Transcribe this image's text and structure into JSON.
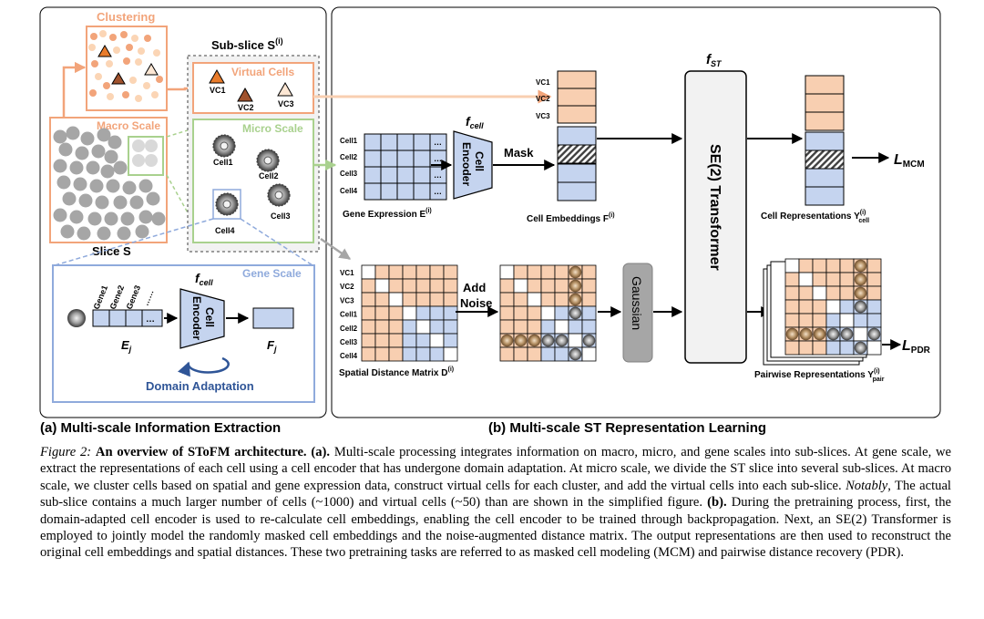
{
  "panel_a": {
    "clustering": "Clustering",
    "macro_scale": "Macro Scale",
    "slice": "Slice S",
    "subslice": "Sub-slice S",
    "subslice_sup": "(i)",
    "virtual_cells": "Virtual Cells",
    "vc_labels": [
      "VC1",
      "VC2",
      "VC3"
    ],
    "micro_scale": "Micro Scale",
    "cell_labels": [
      "Cell1",
      "Cell2",
      "Cell3",
      "Cell4"
    ],
    "gene_scale": "Gene Scale",
    "gene_labels": [
      "Gene1",
      "Gene2",
      "Gene3"
    ],
    "gene_ellipsis": "……",
    "ellipsis": "…",
    "f_cell": "f",
    "f_cell_sub": "cell",
    "cell_encoder": [
      "Cell",
      "Encoder"
    ],
    "e_j": "E",
    "f_j": "F",
    "j_sub": "j",
    "domain_adaptation": "Domain Adaptation"
  },
  "panel_b": {
    "gene_expression": "Gene Expression E",
    "sup_i": "(i)",
    "mask": "Mask",
    "cell_embeddings": "Cell Embeddings F",
    "spatial_distance_matrix": "Spatial Distance Matrix D",
    "add_noise": [
      "Add",
      "Noise"
    ],
    "gaussian": "Gaussian",
    "f_st": "f",
    "f_st_sub": "ST",
    "transformer": "SE(2) Transformer",
    "cell_representations": "Cell Representations Y",
    "cell_sub": "cell",
    "pairwise_representations": "Pairwise Representations Y",
    "pair_sub": "pair",
    "loss_mcm": "L",
    "loss_mcm_sub": "MCM",
    "loss_pdr": "L",
    "loss_pdr_sub": "PDR",
    "row_labels": [
      "VC1",
      "VC2",
      "VC3",
      "Cell1",
      "Cell2",
      "Cell3",
      "Cell4"
    ],
    "cell_rows": [
      "Cell1",
      "Cell2",
      "Cell3",
      "Cell4"
    ]
  },
  "subtitles": {
    "a": "(a) Multi-scale Information Extraction",
    "b": "(b) Multi-scale ST Representation Learning"
  },
  "caption": {
    "lead": "Figure 2:",
    "title": "An overview of SToFM architecture.",
    "a_tag": "(a).",
    "part1": "Multi-scale processing integrates information on macro, micro, and gene scales into sub-slices. At gene scale, we extract the representations of each cell using a cell encoder that has undergone domain adaptation. At micro scale, we divide the ST slice into several sub-slices. At macro scale, we cluster cells based on spatial and gene expression data, construct virtual cells for each cluster, and add the virtual cells into each sub-slice.",
    "notably": "Notably",
    "part2": ", The actual sub-slice contains a much larger number of cells (~1000) and virtual cells (~50) than are shown in the simplified figure.",
    "b_tag": "(b).",
    "part3": "During the pretraining process, first, the domain-adapted cell encoder is used to re-calculate cell embeddings, enabling the cell encoder to be trained through backpropagation. Next, an SE(2) Transformer is employed to jointly model the randomly masked cell embeddings and the noise-augmented distance matrix. The output representations are then used to reconstruct the original cell embeddings and spatial distances. These two pretraining tasks are referred to as masked cell modeling (MCM) and pairwise distance recovery (PDR)."
  },
  "colors": {
    "orange": "#f2a47a",
    "orange_fill": "#f8cfb1",
    "green": "#a9d18e",
    "blue": "#8faadc",
    "blue_fill": "#c5d4ef",
    "navy": "#2f5597",
    "gray": "#a6a6a6",
    "dark": "#595959"
  }
}
